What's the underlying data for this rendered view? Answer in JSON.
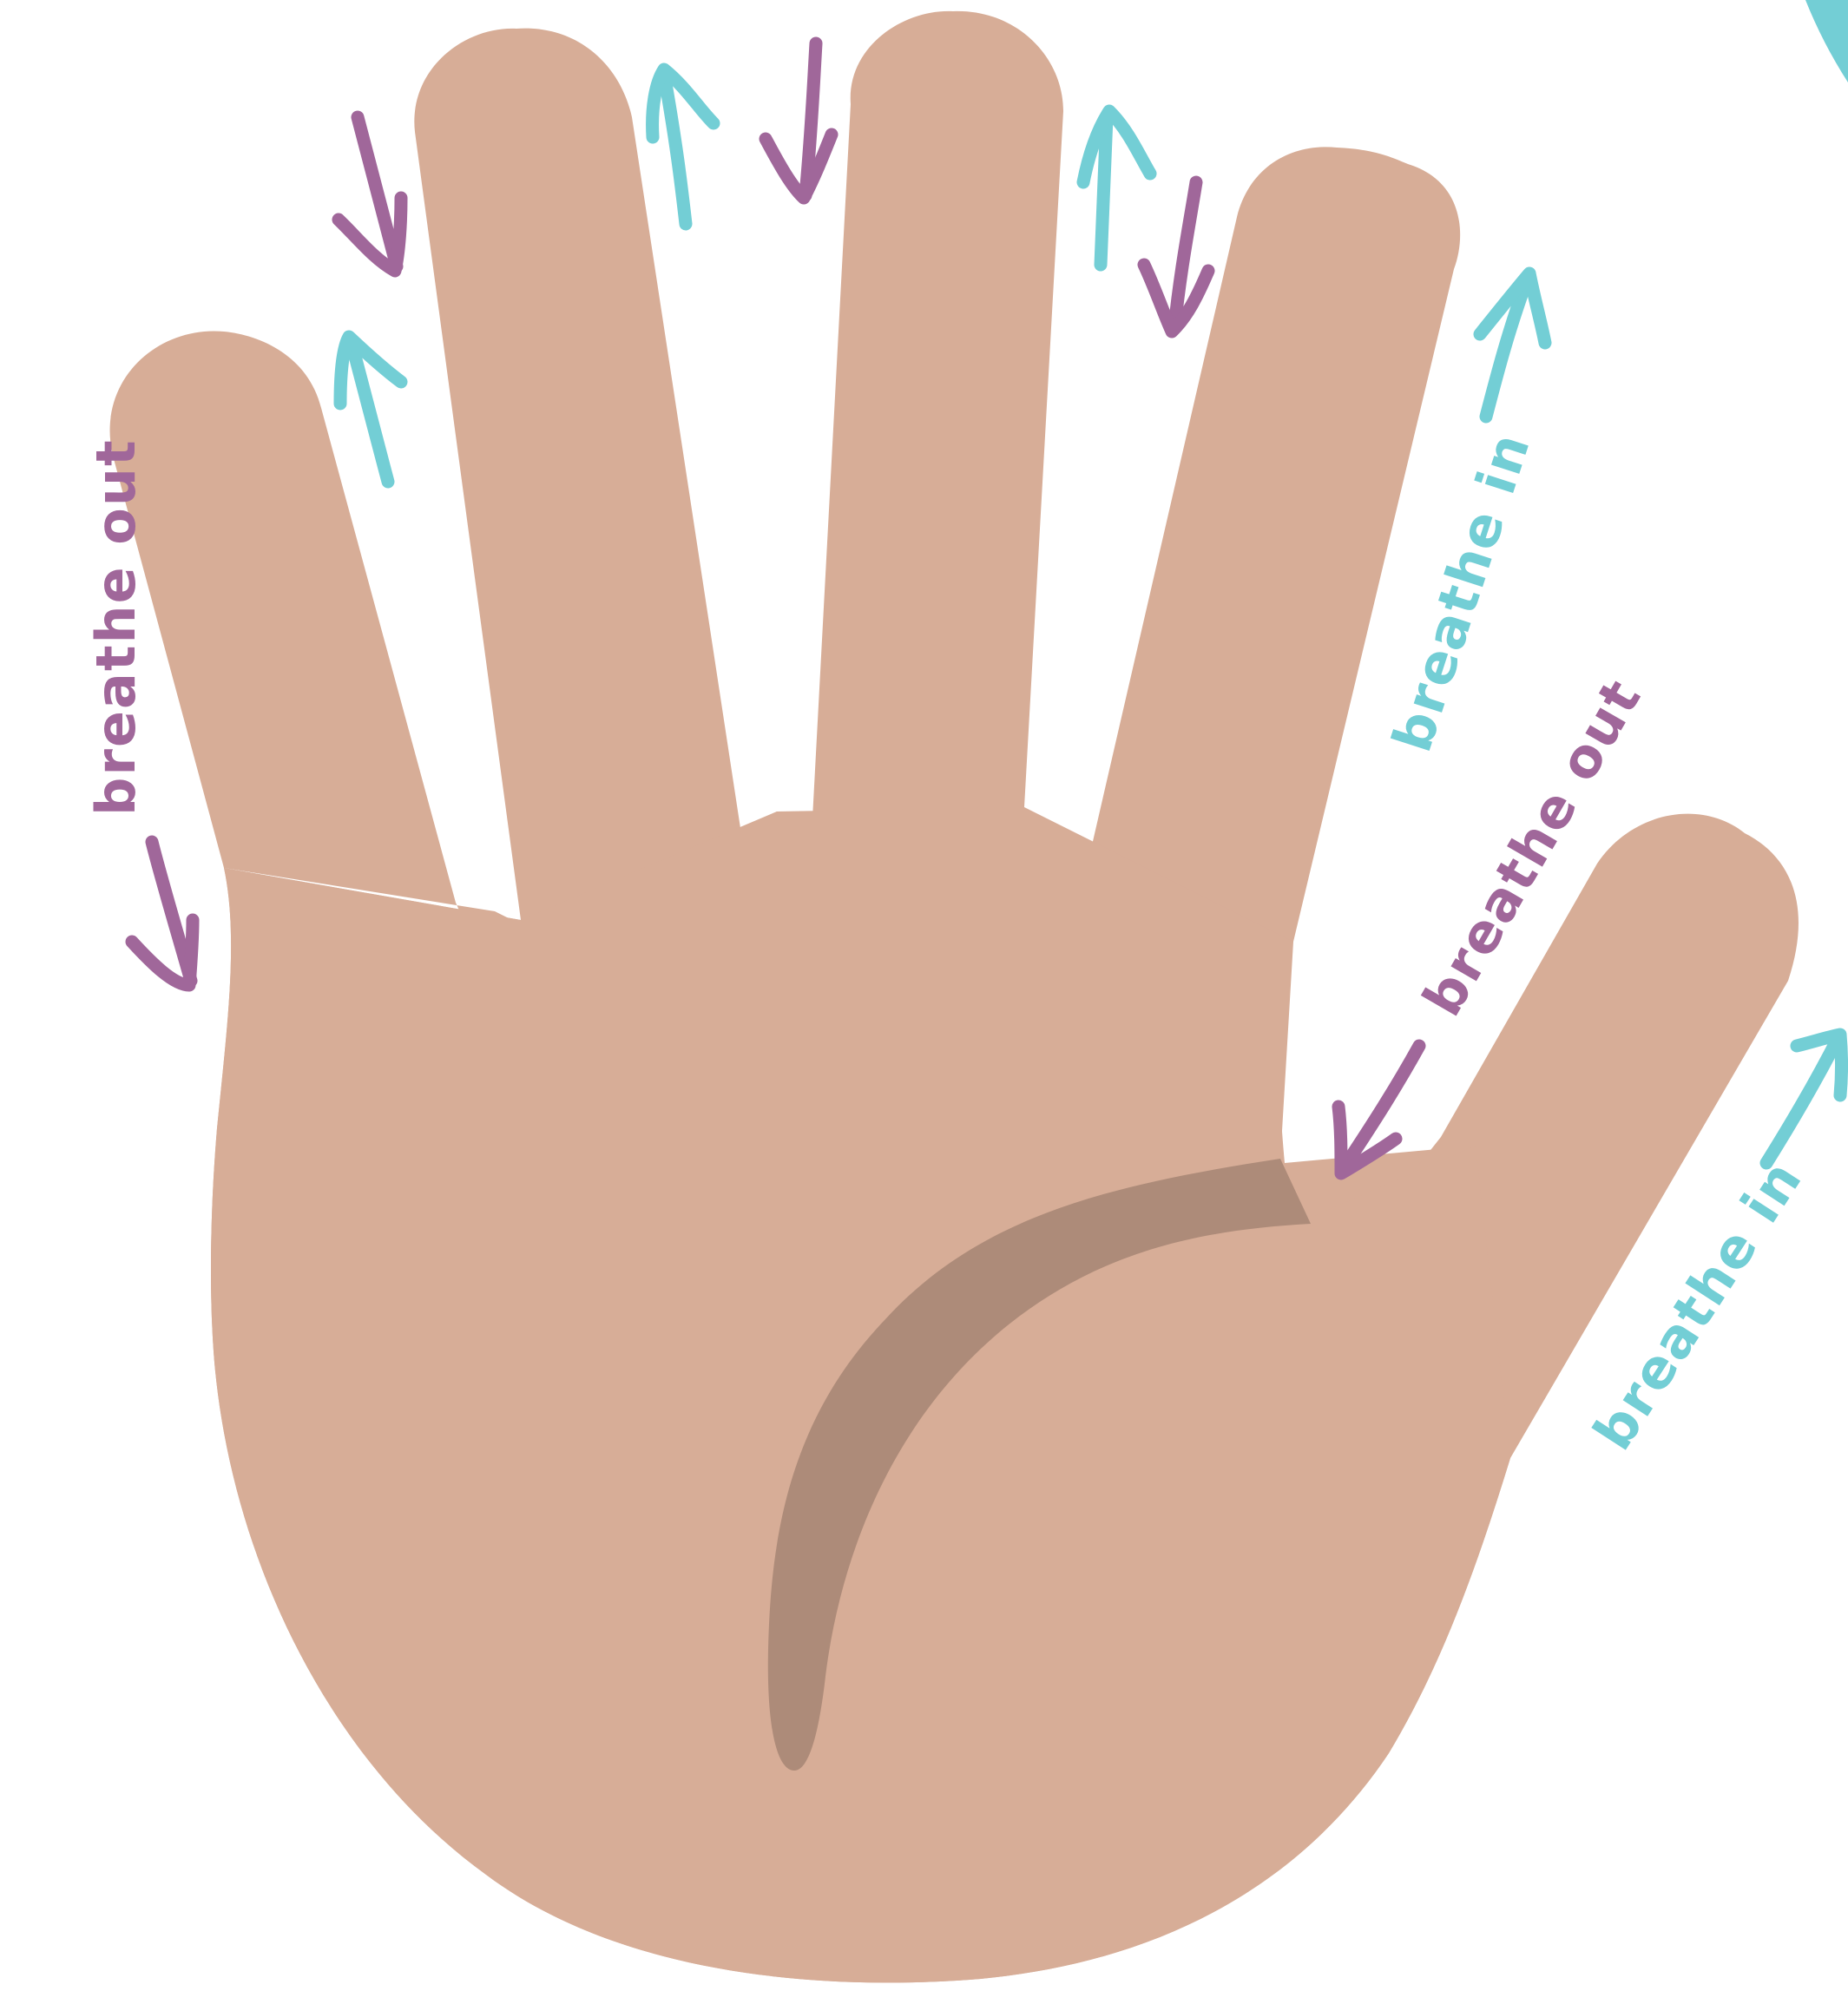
{
  "colors": {
    "background": "#ffffff",
    "skin": "#d7ad97",
    "crease": "#ad8b79",
    "breathe_out": "#a0679a",
    "breathe_in": "#73ced5"
  },
  "labels": {
    "breathe_out_left": "breathe out",
    "breathe_in_right": "breathe in",
    "breathe_out_thumb": "breathe out",
    "breathe_in_thumb": "breathe in"
  }
}
